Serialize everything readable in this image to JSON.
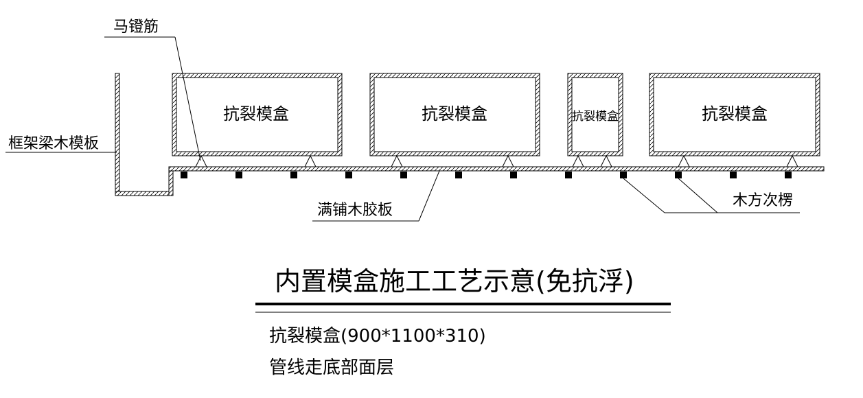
{
  "labels": {
    "ma_deng_jin": "马镫筋",
    "frame_beam_formwork": "框架梁木模板",
    "full_plywood": "满铺木胶板",
    "wood_secondary_joist": "木方次楞"
  },
  "boxes": [
    {
      "label": "抗裂模盒"
    },
    {
      "label": "抗裂模盒"
    },
    {
      "label": "抗裂模盒"
    },
    {
      "label": "抗裂模盒"
    }
  ],
  "title": "内置模盒施工工艺示意(免抗浮)",
  "notes": {
    "line1": "抗裂模盒(900*1100*310)",
    "line2": "管线走底部面层"
  }
}
